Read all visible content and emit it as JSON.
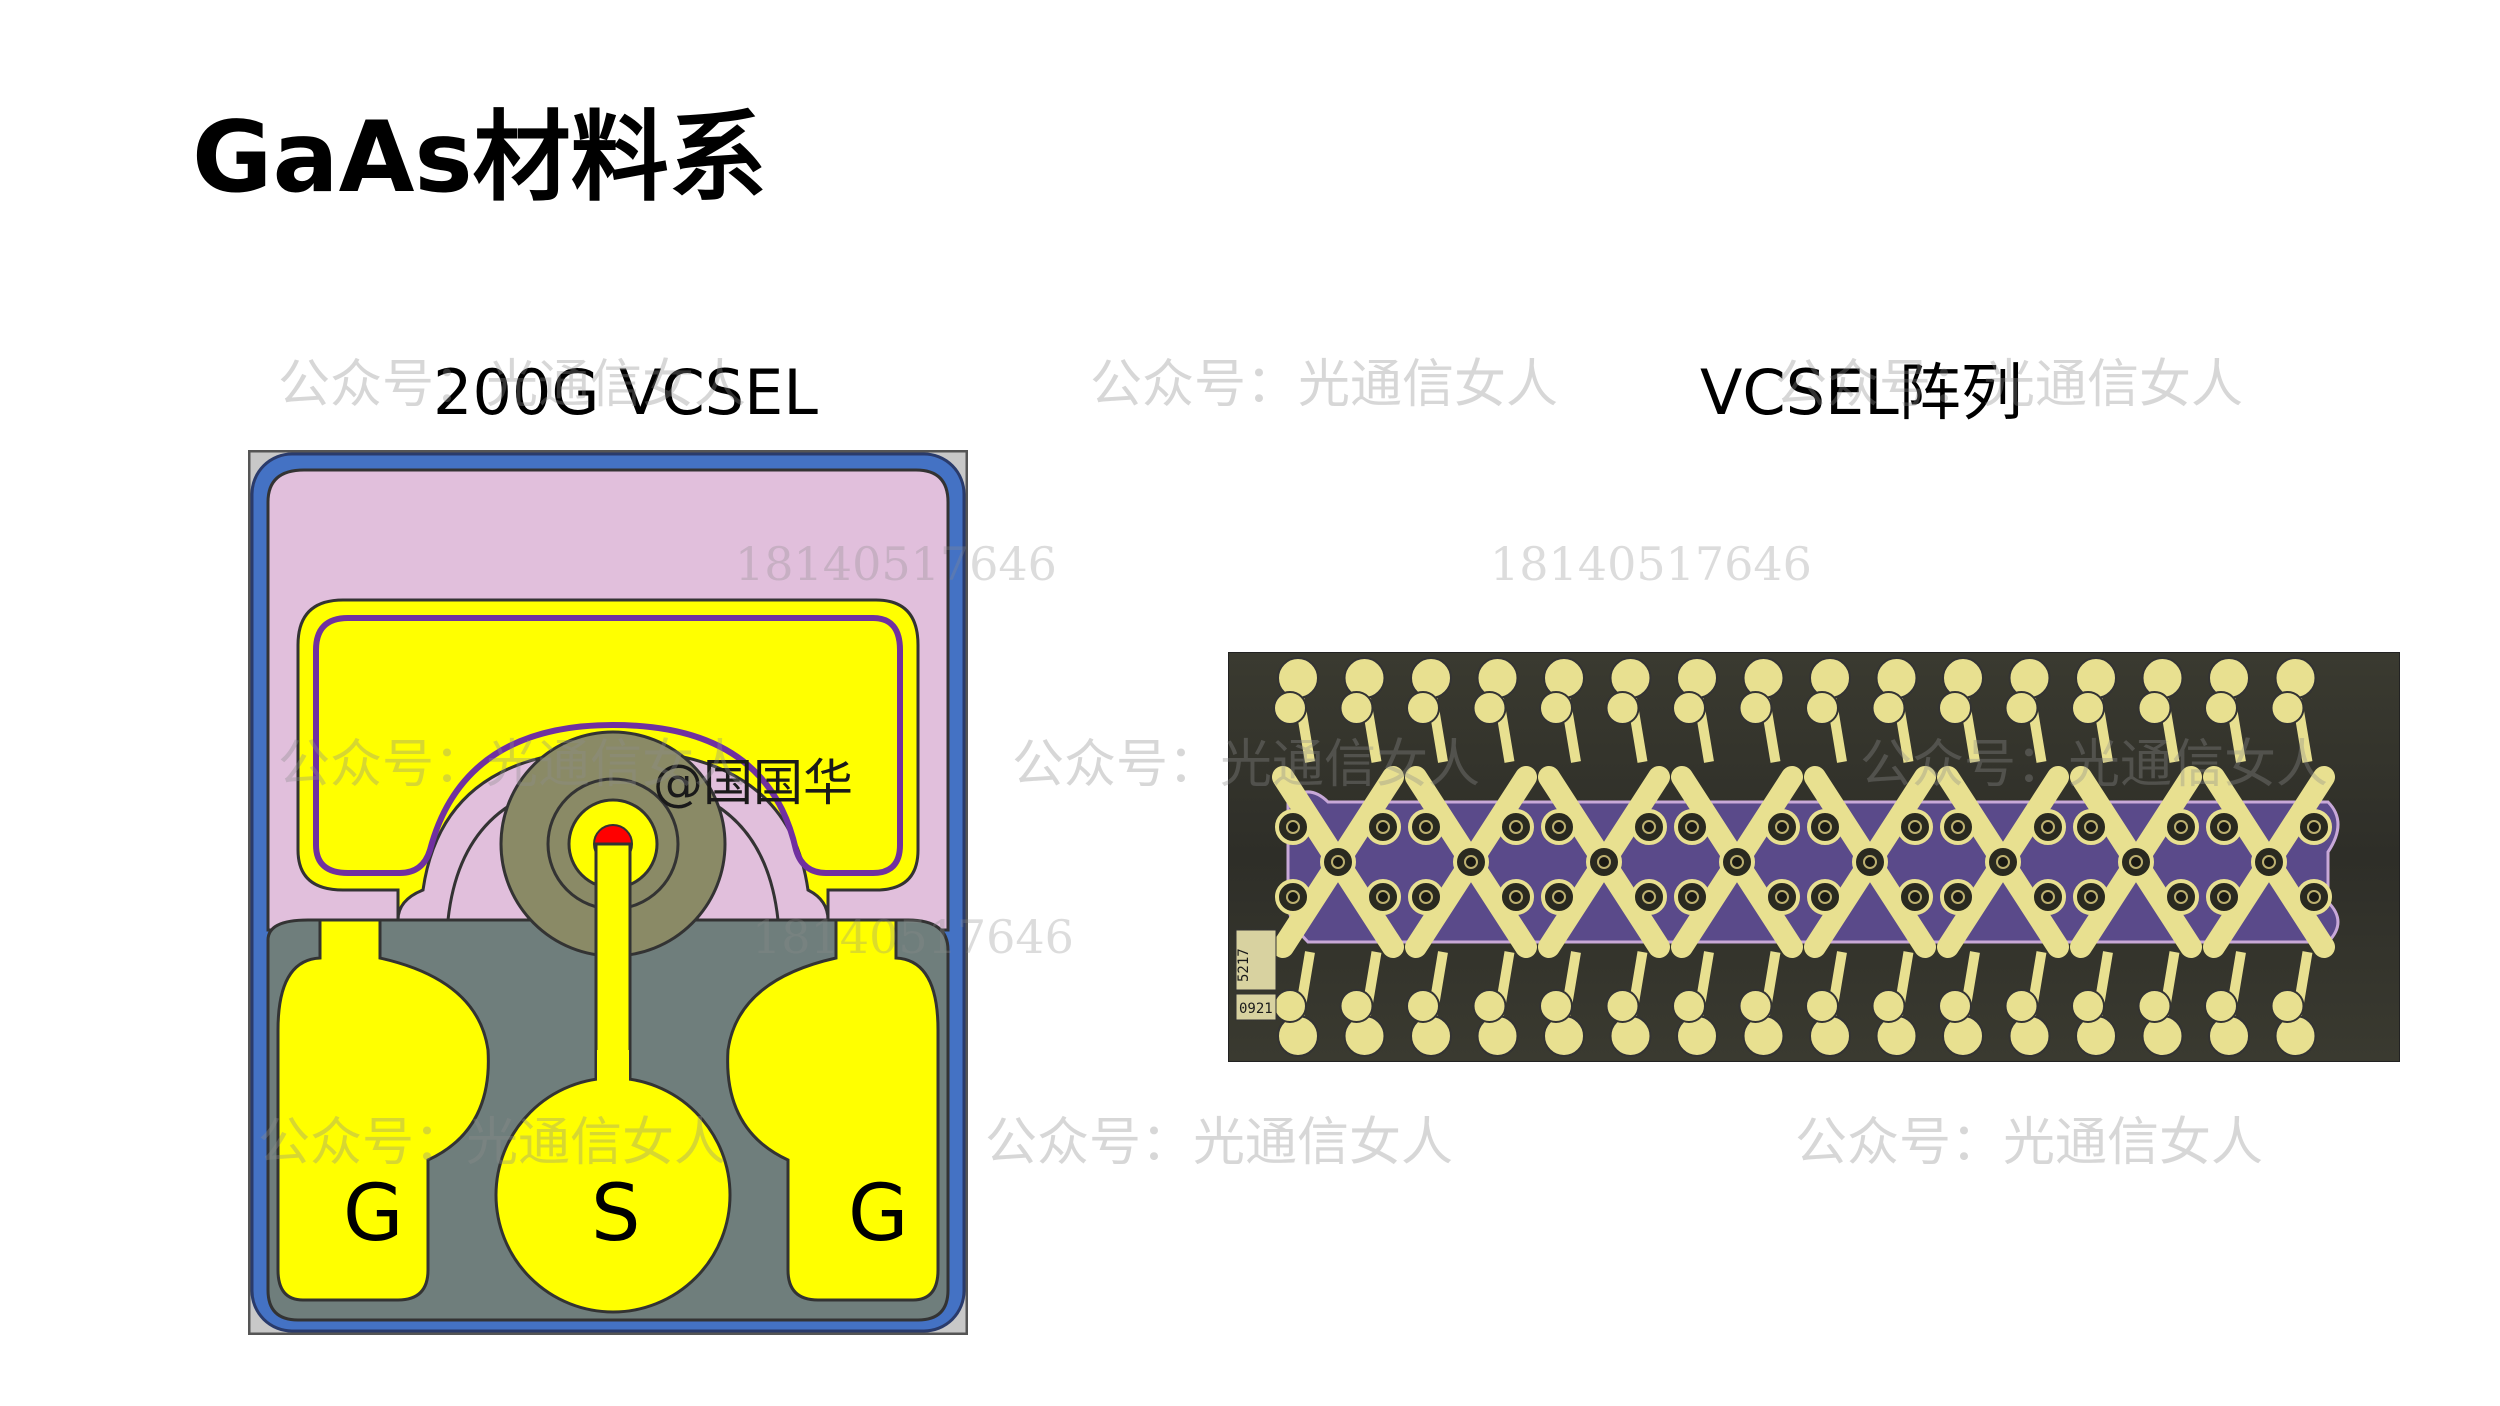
{
  "title": "GaAs材料系",
  "left_figure": {
    "caption": "200G VCSEL",
    "pads": {
      "left": "G",
      "center": "S",
      "right": "G"
    },
    "credit": "@国国华"
  },
  "right_figure": {
    "caption": "VCSEL阵列",
    "chip_marks": [
      "5217",
      "0921"
    ]
  },
  "watermarks": {
    "account": "公众号：光通信女人",
    "phone": "18140517646"
  },
  "colors": {
    "pad_yellow": "#ffff00",
    "outline_purple": "#7030a0",
    "substrate_blue": "#4472c4",
    "mesa_pink": "#e1bfdc",
    "base_gray": "#6f7e7c",
    "aperture_red": "#ff0000",
    "array_gold": "#e8e090"
  }
}
